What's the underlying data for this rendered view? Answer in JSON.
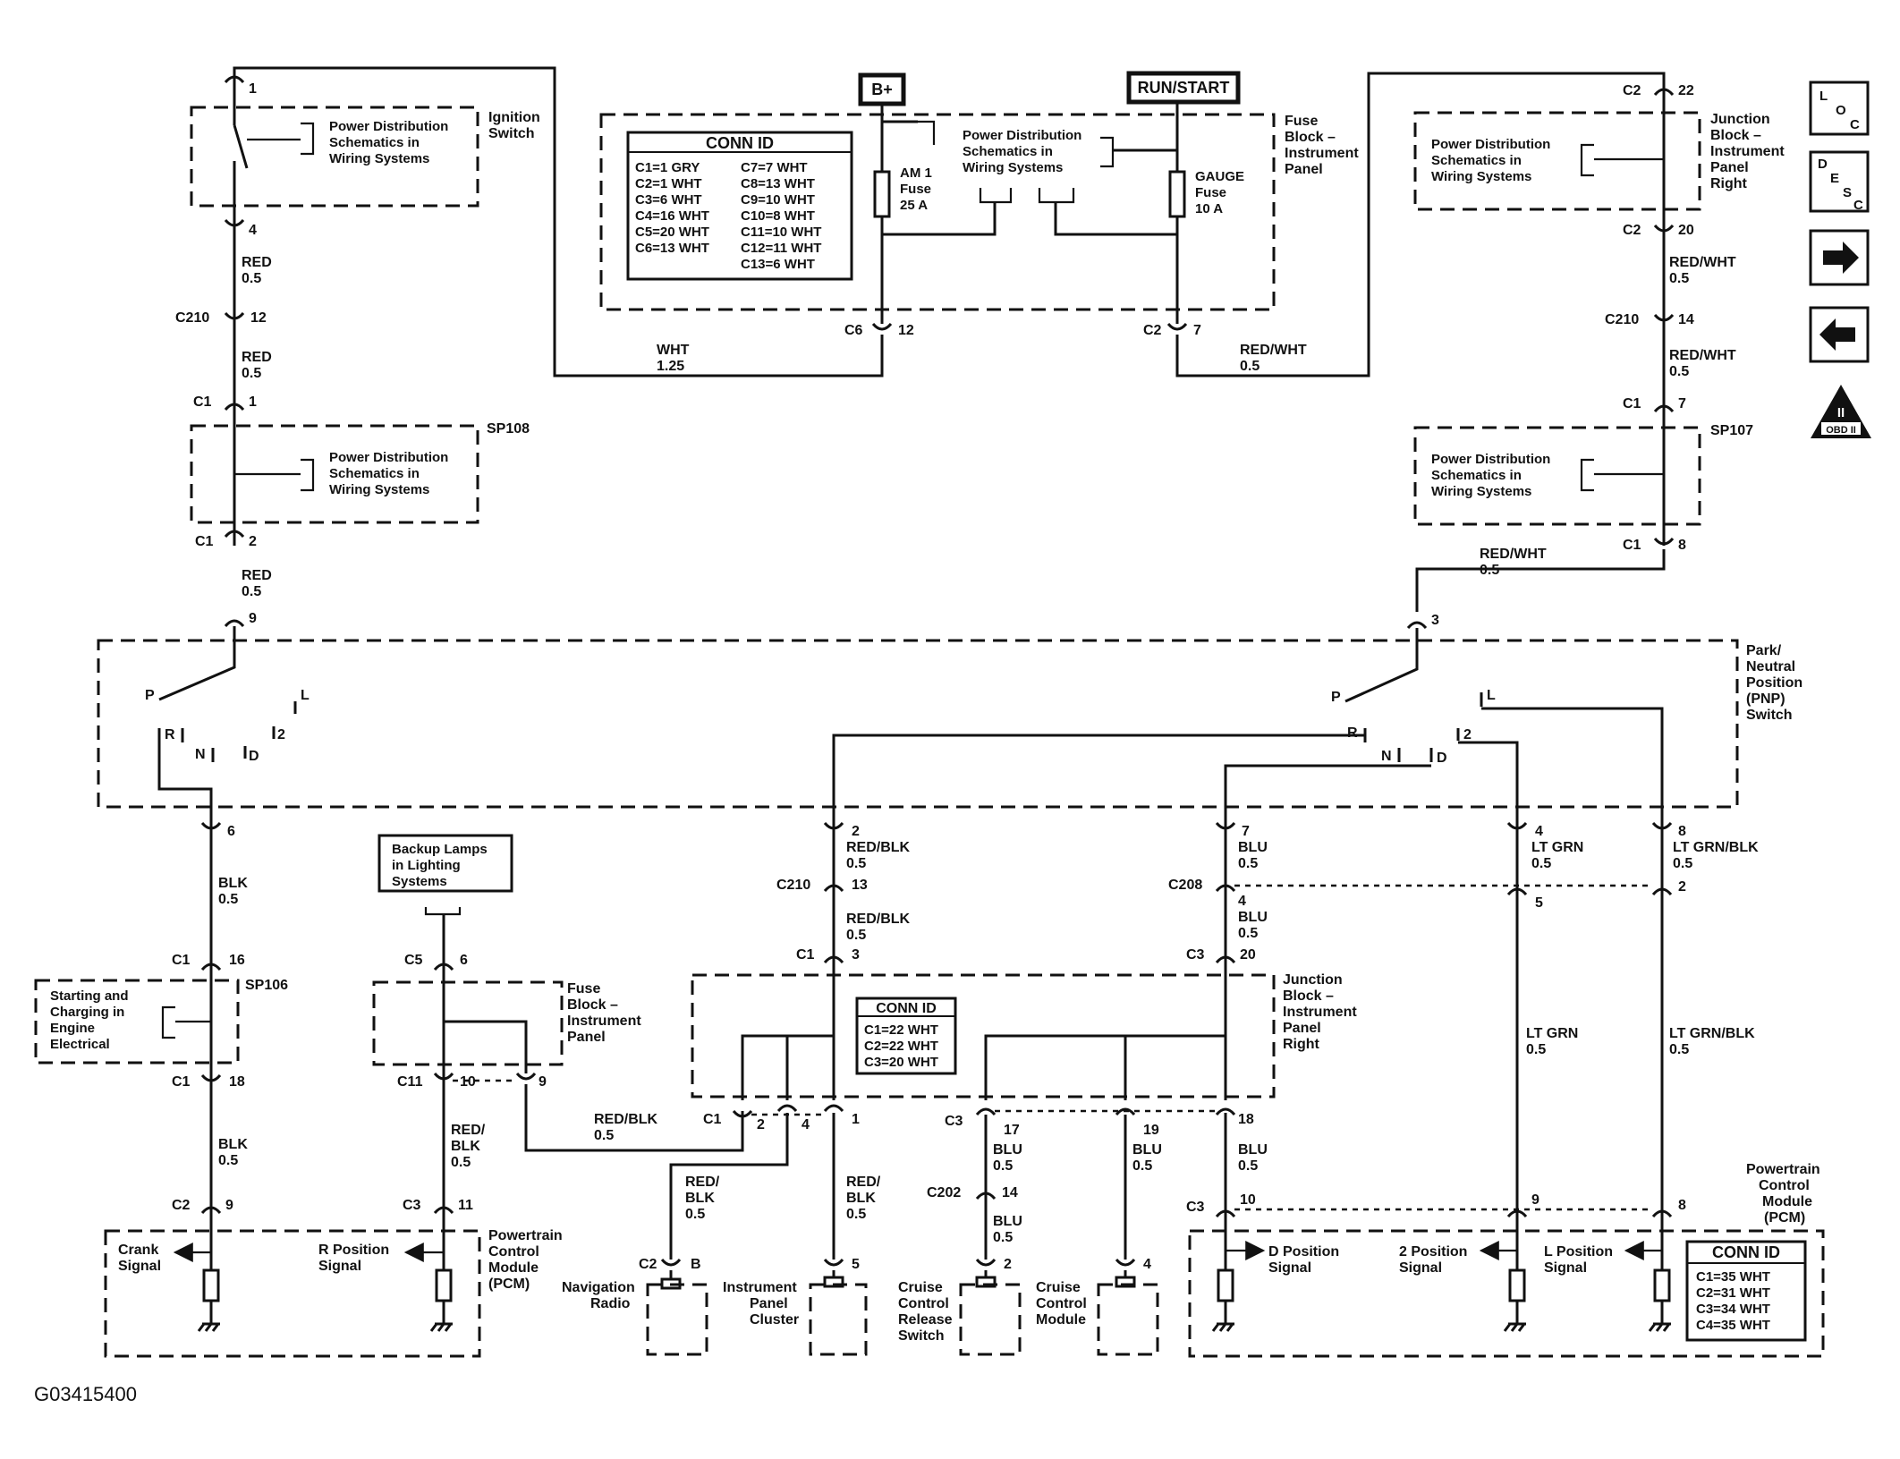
{
  "figure_id": "G03415400",
  "nav": {
    "loc": [
      "L",
      "O",
      "C"
    ],
    "desc": [
      "D",
      "E",
      "S",
      "C"
    ],
    "obd_top": "II",
    "obd_label": "OBD II"
  },
  "power_sources": {
    "bplus": "B+",
    "run_start": "RUN/START"
  },
  "fuse_block_top": {
    "label": [
      "Fuse",
      "Block –",
      "Instrument",
      "Panel"
    ],
    "power_dist": [
      "Power Distribution",
      "Schematics in",
      "Wiring Systems"
    ],
    "am1_fuse": [
      "AM 1",
      "Fuse",
      "25 A"
    ],
    "gauge_fuse": [
      "GAUGE",
      "Fuse",
      "10 A"
    ],
    "conn_id_title": "CONN ID",
    "conn_id_left": [
      "C1=1 GRY",
      "C2=1 WHT",
      "C3=6 WHT",
      "C4=16 WHT",
      "C5=20 WHT",
      "C6=13 WHT"
    ],
    "conn_id_right": [
      "C7=7 WHT",
      "C8=13 WHT",
      "C9=10 WHT",
      "C10=8 WHT",
      "C11=10 WHT",
      "C12=11 WHT",
      "C13=6 WHT"
    ],
    "c6": "C6",
    "c6_pin": "12",
    "c2": "C2",
    "c2_pin": "7"
  },
  "ignition": {
    "label": [
      "Ignition",
      "Switch"
    ],
    "power_dist": [
      "Power Distribution",
      "Schematics in",
      "Wiring Systems"
    ],
    "pin_top": "1",
    "pin_bottom": "4"
  },
  "left_column": {
    "w1": [
      "RED",
      "0.5"
    ],
    "c210": "C210",
    "c210_pin": "12",
    "w2": [
      "RED",
      "0.5"
    ],
    "c1a": "C1",
    "c1a_pin": "1",
    "sp108": "SP108",
    "power_dist": [
      "Power Distribution",
      "Schematics in",
      "Wiring Systems"
    ],
    "c1b": "C1",
    "c1b_pin": "2",
    "w3": [
      "RED",
      "0.5"
    ],
    "pnp_pin": "9"
  },
  "wht_wire": [
    "WHT",
    "1.25"
  ],
  "redwht_mid": [
    "RED/WHT",
    "0.5"
  ],
  "jb_top": {
    "label": [
      "Junction",
      "Block –",
      "Instrument",
      "Panel",
      "Right"
    ],
    "power_dist": [
      "Power Distribution",
      "Schematics in",
      "Wiring Systems"
    ],
    "c2a": "C2",
    "c2a_pin": "22",
    "c2b": "C2",
    "c2b_pin": "20",
    "w1": [
      "RED/WHT",
      "0.5"
    ],
    "c210": "C210",
    "c210_pin": "14",
    "w2": [
      "RED/WHT",
      "0.5"
    ],
    "c1a": "C1",
    "c1a_pin": "7",
    "sp107": "SP107",
    "power_dist2": [
      "Power Distribution",
      "Schematics in",
      "Wiring Systems"
    ],
    "c1b": "C1",
    "c1b_pin": "8",
    "w3": [
      "RED/WHT",
      "0.5"
    ],
    "pnp_pin": "3"
  },
  "pnp_switch": {
    "label": [
      "Park/",
      "Neutral",
      "Position",
      "(PNP)",
      "Switch"
    ],
    "left_positions": {
      "p": "P",
      "r": "R",
      "n": "N",
      "d": "D",
      "two": "2",
      "l": "L"
    },
    "right_positions": {
      "p": "P",
      "r": "R",
      "n": "N",
      "d": "D",
      "two": "2",
      "l": "L"
    }
  },
  "col_blk": {
    "pin": "6",
    "w1": [
      "BLK",
      "0.5"
    ],
    "c1a": "C1",
    "c1a_pin": "16",
    "sp106": "SP106",
    "starting": [
      "Starting and",
      "Charging in",
      "Engine",
      "Electrical"
    ],
    "c1b": "C1",
    "c1b_pin": "18",
    "w2": [
      "BLK",
      "0.5"
    ],
    "c2": "C2",
    "c2_pin": "9"
  },
  "pcm_left": {
    "crank": [
      "Crank",
      "Signal"
    ],
    "r_pos": [
      "R Position",
      "Signal"
    ],
    "label": [
      "Powertrain",
      "Control",
      "Module",
      "(PCM)"
    ]
  },
  "backup": {
    "label": [
      "Backup Lamps",
      "in Lighting",
      "Systems"
    ],
    "c5": "C5",
    "c5_pin": "6",
    "fuse_label": [
      "Fuse",
      "Block –",
      "Instrument",
      "Panel"
    ],
    "c11": "C11",
    "c11_pin_a": "10",
    "c11_pin_b": "9",
    "w1": [
      "RED/",
      "BLK",
      "0.5"
    ],
    "c3": "C3",
    "c3_pin": "11",
    "w_long": [
      "RED/BLK",
      "0.5"
    ]
  },
  "col_redblk": {
    "pin": "2",
    "w1": [
      "RED/BLK",
      "0.5"
    ],
    "c210": "C210",
    "c210_pin": "13",
    "w2": [
      "RED/BLK",
      "0.5"
    ],
    "c1": "C1",
    "c1_pin": "3"
  },
  "jb_bottom": {
    "label": [
      "Junction",
      "Block –",
      "Instrument",
      "Panel",
      "Right"
    ],
    "conn_id_title": "CONN ID",
    "conn_id": [
      "C1=22 WHT",
      "C2=22 WHT",
      "C3=20 WHT"
    ],
    "c1": "C1",
    "c1_pins": [
      "2",
      "4",
      "1"
    ],
    "c3": "C3",
    "c3_pins": [
      "17",
      "19",
      "18"
    ]
  },
  "nav_radio": {
    "w": [
      "RED/",
      "BLK",
      "0.5"
    ],
    "c2": "C2",
    "c2_pin": "B",
    "label": [
      "Navigation",
      "Radio"
    ]
  },
  "ipc": {
    "w": [
      "RED/",
      "BLK",
      "0.5"
    ],
    "pin": "5",
    "label": [
      "Instrument",
      "Panel",
      "Cluster"
    ]
  },
  "cruise_release": {
    "w1": [
      "BLU",
      "0.5"
    ],
    "c202": "C202",
    "c202_pin": "14",
    "w2": [
      "BLU",
      "0.5"
    ],
    "pin": "2",
    "label": [
      "Cruise",
      "Control",
      "Release",
      "Switch"
    ]
  },
  "cruise_module": {
    "w": [
      "BLU",
      "0.5"
    ],
    "pin": "4",
    "label": [
      "Cruise",
      "Control",
      "Module"
    ]
  },
  "col_blu": {
    "pin": "7",
    "w1": [
      "BLU",
      "0.5"
    ],
    "c208": "C208",
    "c208_pin": "4",
    "w2": [
      "BLU",
      "0.5"
    ],
    "c3": "C3",
    "c3_pin": "20",
    "w3": [
      "BLU",
      "0.5"
    ],
    "c3b": "C3",
    "c3b_pin": "10"
  },
  "col_ltgrn": {
    "pin": "4",
    "w1": [
      "LT GRN",
      "0.5"
    ],
    "c208_pin": "5",
    "w2": [
      "LT GRN",
      "0.5"
    ],
    "pcm_pin": "9"
  },
  "col_ltgrnblk": {
    "pin": "8",
    "w1": [
      "LT GRN/BLK",
      "0.5"
    ],
    "c208_pin": "2",
    "w2": [
      "LT GRN/BLK",
      "0.5"
    ],
    "pcm_pin": "8"
  },
  "pcm_right": {
    "label": [
      "Powertrain",
      "Control",
      "Module",
      "(PCM)"
    ],
    "d_pos": [
      "D Position",
      "Signal"
    ],
    "two_pos": [
      "2 Position",
      "Signal"
    ],
    "l_pos": [
      "L Position",
      "Signal"
    ],
    "conn_id_title": "CONN ID",
    "conn_id": [
      "C1=35 WHT",
      "C2=31 WHT",
      "C3=34 WHT",
      "C4=35 WHT"
    ]
  }
}
